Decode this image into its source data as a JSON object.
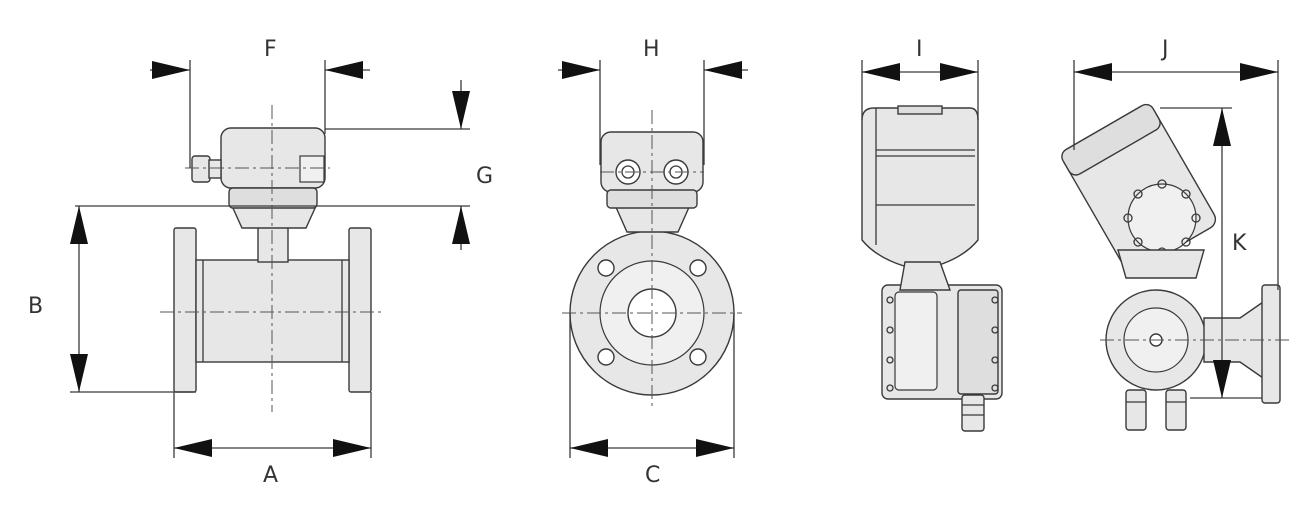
{
  "diagram": {
    "labels": {
      "A": "A",
      "B": "B",
      "C": "C",
      "F": "F",
      "G": "G",
      "H": "H",
      "I": "I",
      "J": "J",
      "K": "K"
    }
  }
}
